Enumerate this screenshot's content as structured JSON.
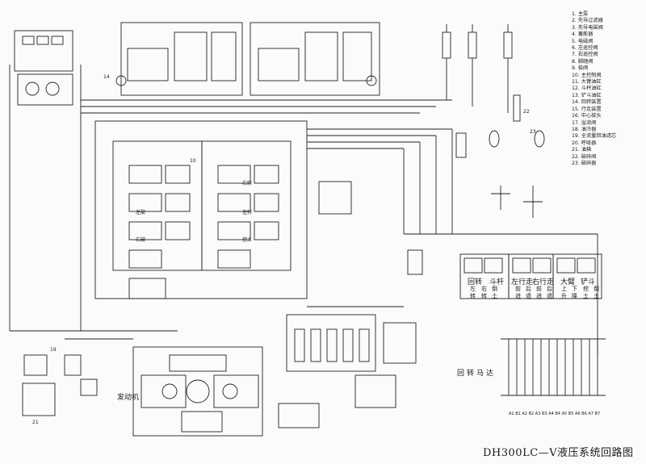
{
  "title": "DH300LC—V液压系统回路图",
  "legend": [
    "1.  主泵",
    "2.  先导过滤器",
    "3.  先导电磁阀",
    "4.  蓄能器",
    "5.  电磁阀",
    "6.  左遥控阀",
    "7.  右遥控阀",
    "8.  脚踏阀",
    "9.  梭阀",
    "10.  主控制阀",
    "11.  大臂油缸",
    "12.  斗杆油缸",
    "13.  铲斗油缸",
    "14.  回转装置",
    "15.  行走装置",
    "16.  中心接头",
    "17.  溢流阀",
    "18.  油冷器",
    "19.  全流量回油滤芯",
    "20.  呼吸器",
    "21.  油箱",
    "22.  破碎阀",
    "23.  破碎器"
  ],
  "labels": {
    "engine": "发动机",
    "swing_motor": "回转马达",
    "valve_swing": "回转",
    "valve_arm": "斗杆",
    "valve_left_travel": "左行走",
    "valve_right_travel": "右行走",
    "valve_boom": "大臂",
    "valve_bucket": "铲斗",
    "col_left_swing": "左转",
    "col_right_swing": "右转",
    "col_arm_dump": "倒土",
    "col_fwd": "前进",
    "col_back": "后退",
    "col_fwd2": "前进",
    "col_back2": "后退",
    "col_up": "上升",
    "col_down": "下降",
    "col_dig": "挖土",
    "col_dump": "倒土",
    "right_cn": "右转",
    "left_cn": "左转",
    "dig_cn": "挖土",
    "left_big": "左破",
    "right_big": "右破",
    "pump_tag": "14",
    "tag_10": "10",
    "tag_19": "19",
    "tag_21": "21",
    "tag_22": "22",
    "tag_23": "23",
    "ports_bottom": "A1 B1 A2 B2 A3 B3 A4 B4 A5 B5 A6 B6 A7 B7"
  }
}
